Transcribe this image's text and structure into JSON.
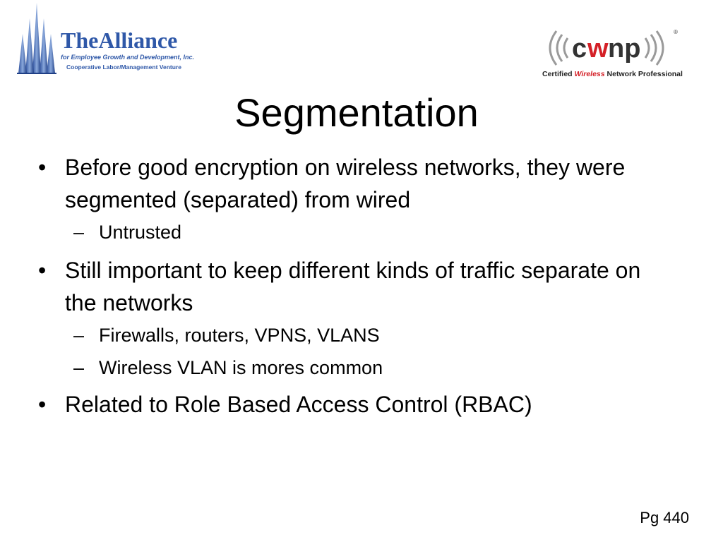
{
  "logos": {
    "left": {
      "name": "TheAlliance",
      "line1": "for Employee Growth and Development, Inc.",
      "line2": "Cooperative Labor/Management Venture"
    },
    "right": {
      "name": "cwnp",
      "tagline_prefix": "Certified ",
      "tagline_accent": "Wireless",
      "tagline_suffix": " Network Professional",
      "accent_color": "#d42027"
    }
  },
  "slide": {
    "title": "Segmentation",
    "bullets": [
      {
        "text": "Before good encryption on wireless networks, they were segmented (separated) from wired",
        "subs": [
          "Untrusted"
        ]
      },
      {
        "text": "Still important to keep different kinds of traffic separate on the networks",
        "subs": [
          "Firewalls, routers, VPNS, VLANS",
          "Wireless VLAN is mores common"
        ]
      },
      {
        "text": "Related to Role Based Access Control (RBAC)",
        "subs": []
      }
    ],
    "bullet_glyph": "•",
    "dash_glyph": "–",
    "page_number": "Pg 440"
  }
}
